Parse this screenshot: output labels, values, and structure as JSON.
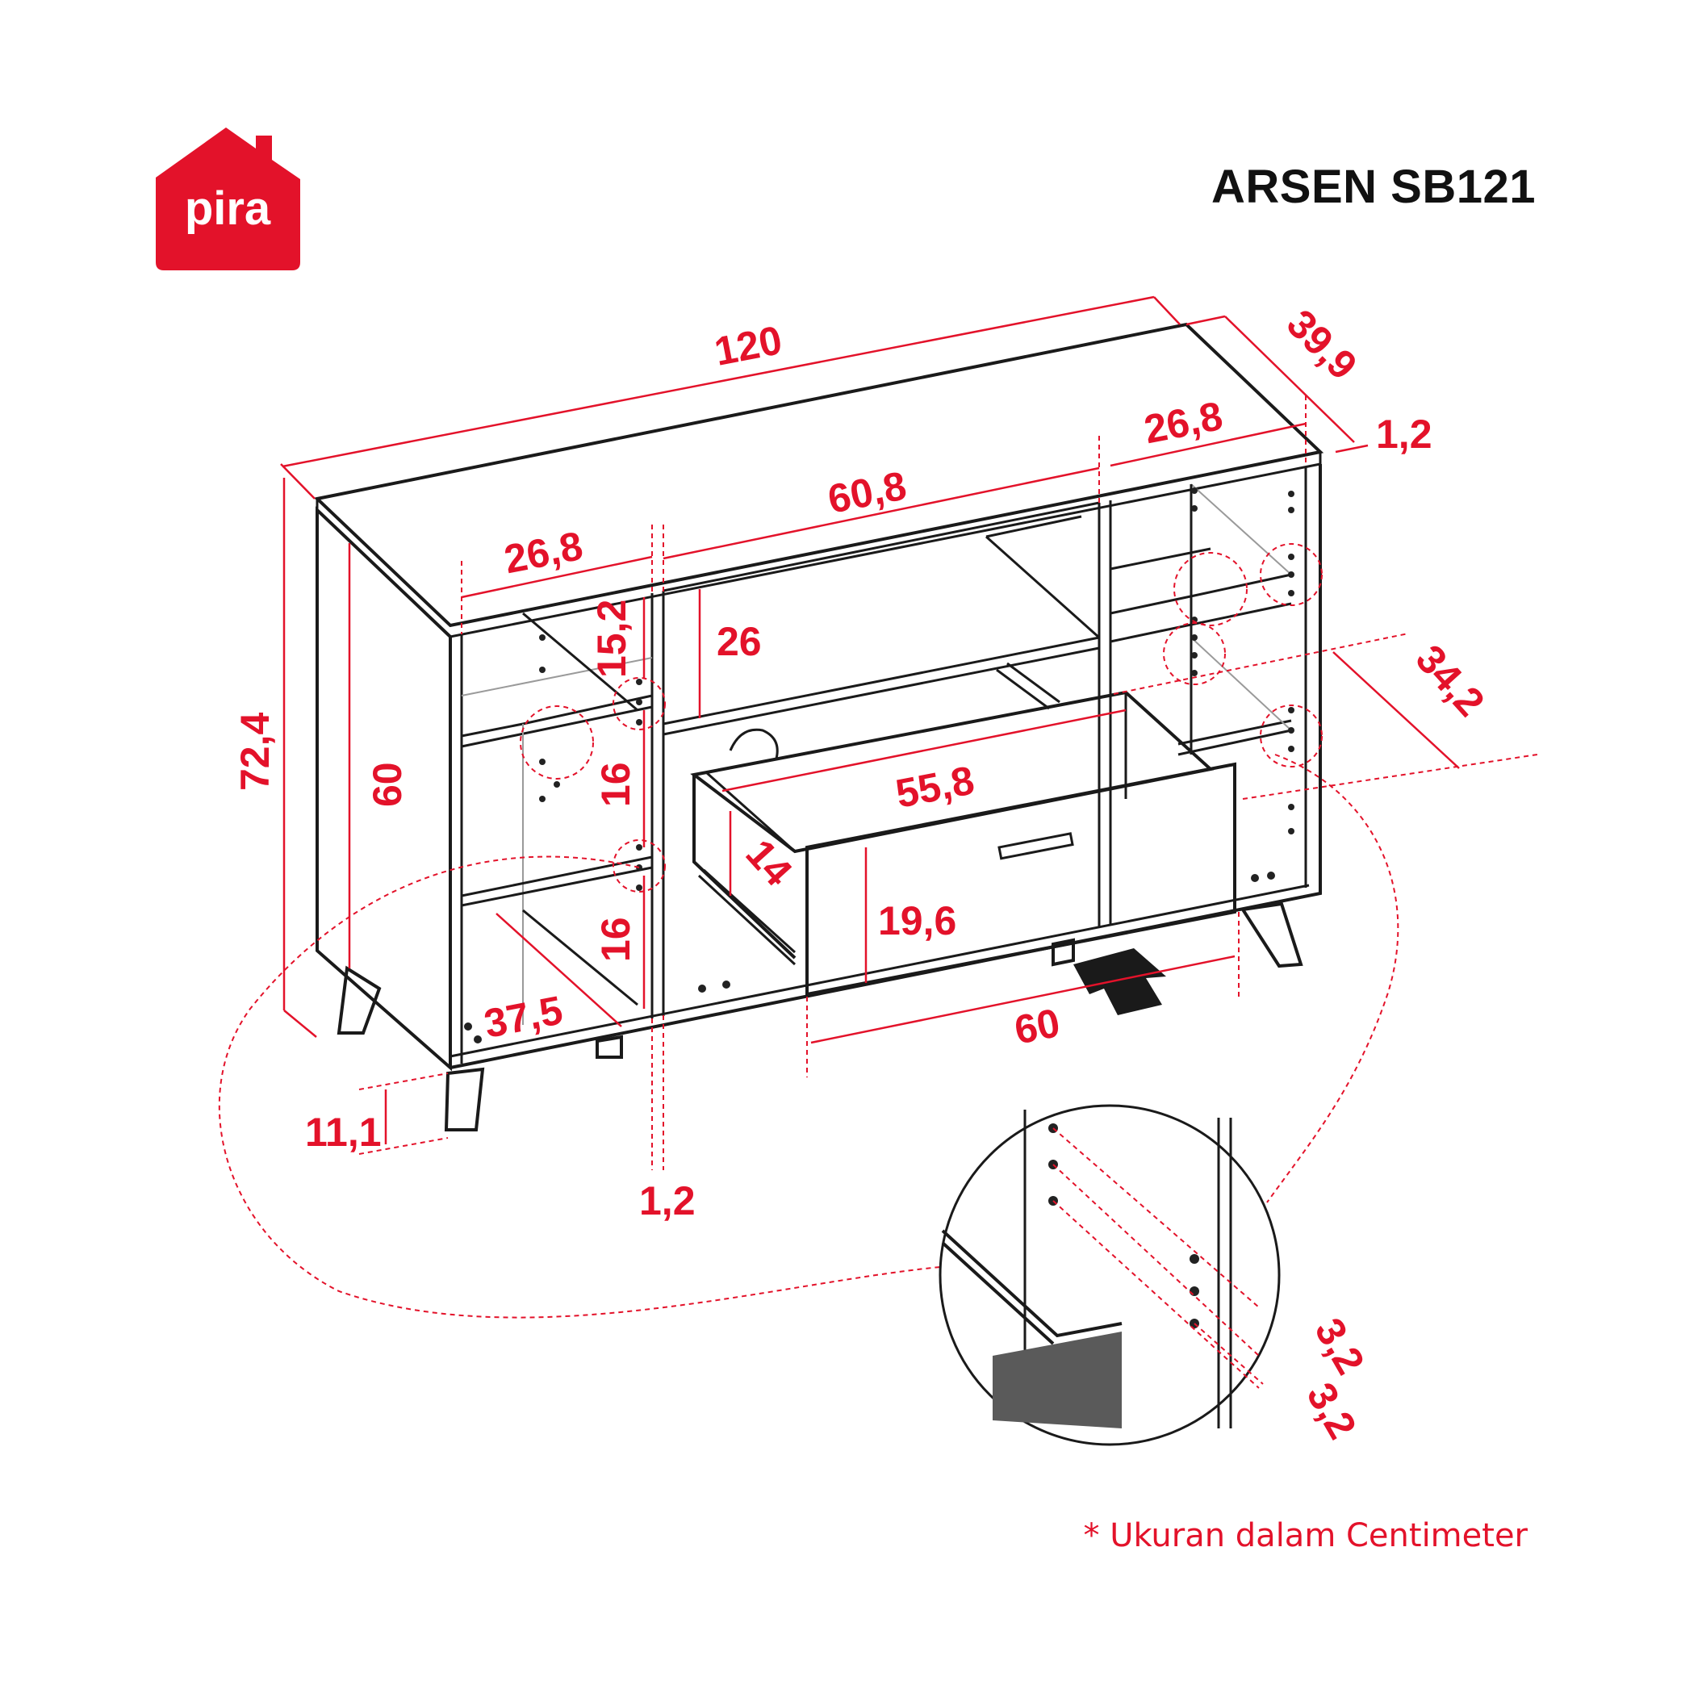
{
  "brand": {
    "name": "pira",
    "color": "#e3122a"
  },
  "product": {
    "title": "ARSEN SB121"
  },
  "dimensions": {
    "total_width": "120",
    "depth": "39,9",
    "top_thickness": "1,2",
    "compartment_left_width": "26,8",
    "compartment_center_width": "60,8",
    "compartment_right_width": "26,8",
    "total_height": "72,4",
    "body_height": "60",
    "shelf_gap_top": "15,2",
    "shelf_gap_middle": "16",
    "shelf_gap_bottom": "16",
    "open_niche_height": "26",
    "drawer_inner_width": "55,8",
    "drawer_inner_height": "14",
    "drawer_front_height": "19,6",
    "drawer_front_width": "60",
    "inner_depth_left": "37,5",
    "inner_depth_right": "34,2",
    "leg_height": "11,1",
    "divider_thickness": "1,2",
    "hole_spacing_1": "3,2",
    "hole_spacing_2": "3,2"
  },
  "footnote": "* Ukuran dalam Centimeter"
}
